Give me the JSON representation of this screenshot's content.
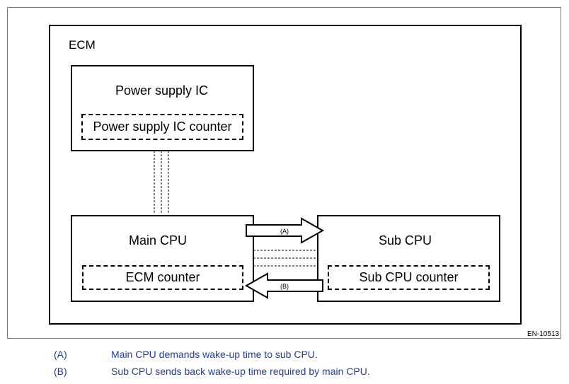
{
  "diagram": {
    "ecm_label": "ECM",
    "power_supply_ic": {
      "title": "Power supply IC",
      "counter": "Power supply IC counter"
    },
    "main_cpu": {
      "title": "Main CPU",
      "counter": "ECM counter"
    },
    "sub_cpu": {
      "title": "Sub CPU",
      "counter": "Sub CPU counter"
    },
    "arrow_a_label": "(A)",
    "arrow_b_label": "(B)",
    "figure_id": "EN-10513"
  },
  "legend": [
    {
      "key": "(A)",
      "text": "Main CPU demands wake-up time to sub CPU."
    },
    {
      "key": "(B)",
      "text": "Sub CPU sends back wake-up time required by main CPU."
    }
  ]
}
